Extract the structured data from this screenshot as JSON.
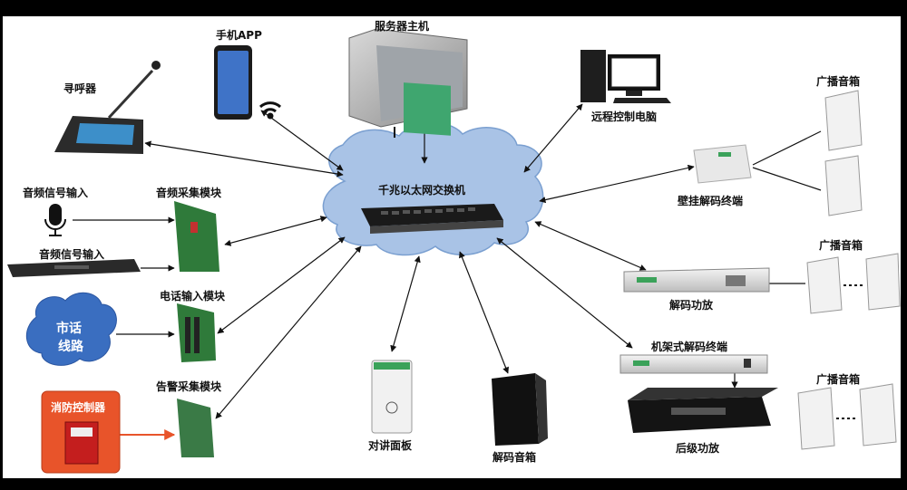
{
  "switch_label": "千兆以太网交换机",
  "server_label": "服务器主机",
  "app_label": "手机APP",
  "pager_label": "寻呼器",
  "pc_label": "远程控制电脑",
  "audio_in_1": "音频信号输入",
  "audio_in_2": "音频信号输入",
  "audio_module": "音频采集模块",
  "phone_module": "电话输入模块",
  "city_line": "市话\n线路",
  "city_line_1": "市话",
  "city_line_2": "线路",
  "alarm_module": "告警采集模块",
  "fire_panel": "消防控制器",
  "intercom_panel": "对讲面板",
  "decoder_speaker": "解码音箱",
  "wall_decoder": "壁挂解码终端",
  "decoder_amp": "解码功放",
  "rack_decoder": "机架式解码终端",
  "power_amp": "后级功放",
  "speaker_1": "广播音箱",
  "speaker_2": "广播音箱",
  "speaker_3": "广播音箱",
  "colors": {
    "cloud": "#a9c3e6",
    "cloud_stroke": "#7a9fd0",
    "fire_box": "#e8542a",
    "arrow": "#111111",
    "arrow_fire": "#e8542a",
    "switch": "#2a2a2a"
  },
  "icons": [
    "microphone-icon",
    "wifi-icon",
    "cloud-icon",
    "phone-icon",
    "computer-icon",
    "server-icon",
    "speaker-icon"
  ]
}
